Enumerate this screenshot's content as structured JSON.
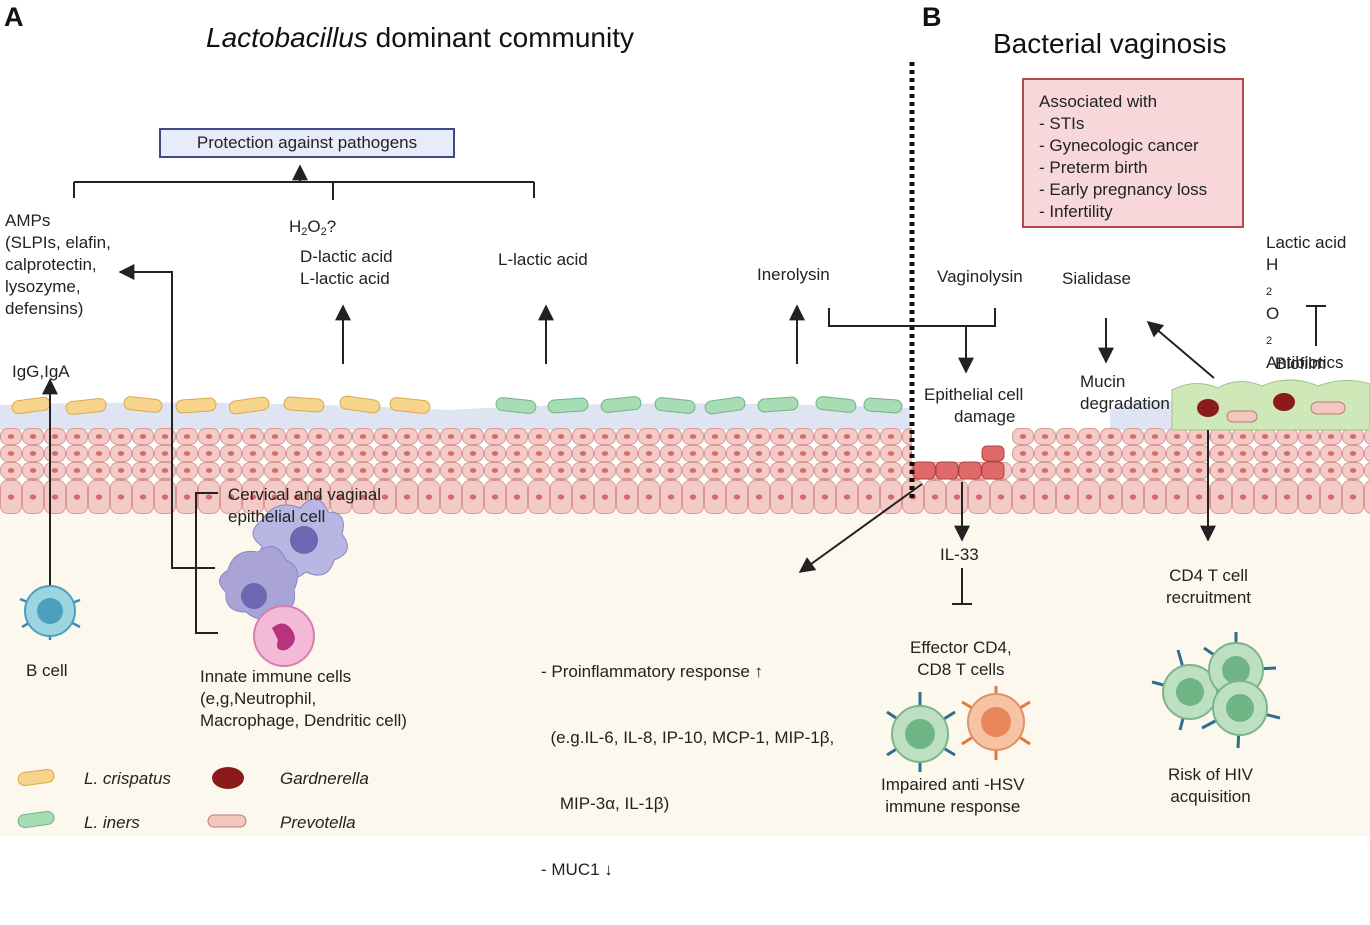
{
  "panel_a": {
    "label": "A",
    "title_italic": "Lactobacillus",
    "title_rest": " dominant community",
    "protection_label": "Protection against pathogens",
    "amps_lines": [
      "AMPs",
      "(SLPIs, elafin,",
      "calprotectin,",
      "lysozyme,",
      "defensins)"
    ],
    "h2o2_text": "H",
    "h2o2_sub": "2",
    "h2o2_mid": "O",
    "h2o2_sub2": "2",
    "h2o2_end": "?",
    "d_lactic": "D-lactic acid",
    "l_lactic_1": "L-lactic acid",
    "l_lactic_2": "L-lactic acid",
    "inerolysin": "Inerolysin",
    "igg": "IgG,IgA",
    "epithelial_lines": [
      "Cervical and vaginal",
      "epithelial cell"
    ],
    "b_cell": "B cell",
    "innate_lines": [
      "Innate immune cells",
      "(e,g,Neutrophil,",
      "Macrophage, Dendritic cell)"
    ],
    "response_lines": [
      "- Proinflammatory response ↑",
      "  (e.g.IL-6, IL-8, IP-10, MCP-1, MIP-1β,",
      "    MIP-3α, IL-1β)",
      "- MUC1 ↓"
    ]
  },
  "panel_b": {
    "label": "B",
    "title": "Bacterial vaginosis",
    "assoc_lines": [
      "Associated with",
      "- STIs",
      "- Gynecologic cancer",
      "- Preterm birth",
      "- Early pregnancy loss",
      "- Infertility"
    ],
    "vaginolysin": "Vaginolysin",
    "sialidase": "Sialidase",
    "lactic_acid": "Lactic acid",
    "h2o2_b": "H",
    "h2o2_b_sub": "2",
    "h2o2_b_mid": "O",
    "h2o2_b_sub2": "2",
    "antibiotics": "Antibiotics",
    "biofilm": "Biofilm",
    "epithelial_damage_lines": [
      "Epithelial cell",
      "damage"
    ],
    "mucin_lines": [
      "Mucin",
      "degradation"
    ],
    "il33": "IL-33",
    "effector_lines": [
      "Effector CD4,",
      "CD8 T cells"
    ],
    "impaired_lines": [
      "Impaired anti -HSV",
      "immune response"
    ],
    "cd4_lines": [
      "CD4 T cell",
      "recruitment"
    ],
    "risk_lines": [
      "Risk of HIV",
      "acquisition"
    ]
  },
  "legend": {
    "crispatus": "L. crispatus",
    "iners": "L. iners",
    "gardnerella": "Gardnerella",
    "prevotella": "Prevotella"
  },
  "colors": {
    "crispatus": "#f7d48c",
    "iners": "#a8dcb5",
    "gardnerella": "#8b1a1a",
    "prevotella": "#f3c6c0",
    "epithelium": "#f3c9c6",
    "mucus": "#dfe4f2",
    "tissue": "#fcf8ee",
    "biofilm": "#cfe8b8",
    "assoc_box": "#f7d7d9",
    "protection_box": "#e7ecf8"
  }
}
